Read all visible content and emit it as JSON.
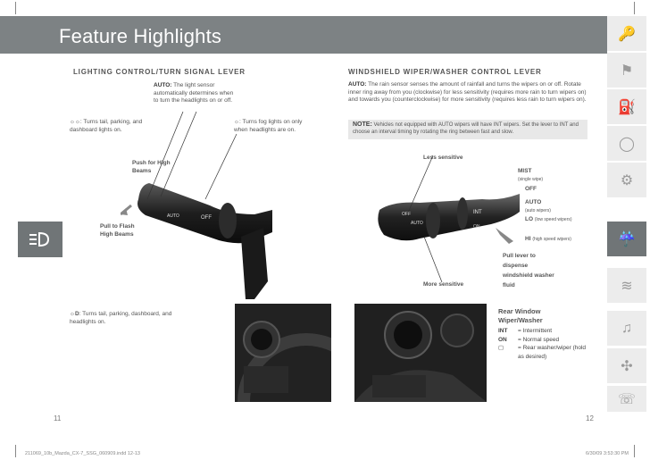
{
  "header": {
    "title": "Feature Highlights"
  },
  "lighting": {
    "heading": "LIGHTING CONTROL/TURN SIGNAL LEVER",
    "auto_label": "AUTO:",
    "auto_text": "The light sensor automatically determines when to turn the headlights on or off.",
    "parking_text": ": Turns tail, parking, and dashboard lights on.",
    "fog_text": ": Turns fog lights on only when headlights are on.",
    "push_label": "Push for High Beams",
    "pull_label": "Pull to Flash High Beams",
    "headlight_text": ": Turns tail, parking, dashboard, and headlights on."
  },
  "wiper": {
    "heading": "WINDSHIELD WIPER/WASHER CONTROL LEVER",
    "auto_label": "AUTO:",
    "auto_text": "The rain sensor senses the amount of rainfall and turns the wipers on or off. Rotate inner ring away from you (clockwise) for less sensitivity (requires more rain to turn wipers on) and towards you (counterclockwise) for more sensitivity (requires less rain to turn wipers on).",
    "note_label": "NOTE:",
    "note_text": "Vehicles not equipped with AUTO wipers will have INT wipers. Set the lever to INT and choose an interval timing by rotating the ring between fast and slow.",
    "less_sensitive": "Less sensitive",
    "more_sensitive": "More sensitive",
    "mist": "MIST",
    "mist_sub": "(single wipe)",
    "off": "OFF",
    "auto": "AUTO",
    "auto_sub": "(auto wipers)",
    "lo": "LO",
    "lo_sub": "(low speed wipers)",
    "hi": "HI",
    "hi_sub": "(high speed wipers)",
    "pull_lever": "Pull lever to dispense windshield washer fluid"
  },
  "rear": {
    "title_line1": "Rear Window",
    "title_line2": "Wiper/Washer",
    "rows": [
      {
        "key": "INT",
        "desc": "= Intermittent"
      },
      {
        "key": "ON",
        "desc": "= Normal speed"
      },
      {
        "key": "",
        "desc": "= Rear washer/wiper (hold as desired)"
      }
    ]
  },
  "pages": {
    "left": "11",
    "right": "12"
  },
  "footer": {
    "file": "211069_10b_Mazda_CX-7_SSG_060909.indd   12-13",
    "stamp": "6/30/09   3:53:30 PM"
  },
  "colors": {
    "header": "#7d8284",
    "tab_active": "#707577",
    "tab": "#ececec"
  },
  "icons": [
    "key-icon",
    "seat-icon",
    "fuel-icon",
    "gauge-icon",
    "engine-icon",
    "headlight-icon",
    "wiper-icon",
    "climate-icon",
    "music-icon",
    "compass-icon",
    "phone-icon"
  ]
}
